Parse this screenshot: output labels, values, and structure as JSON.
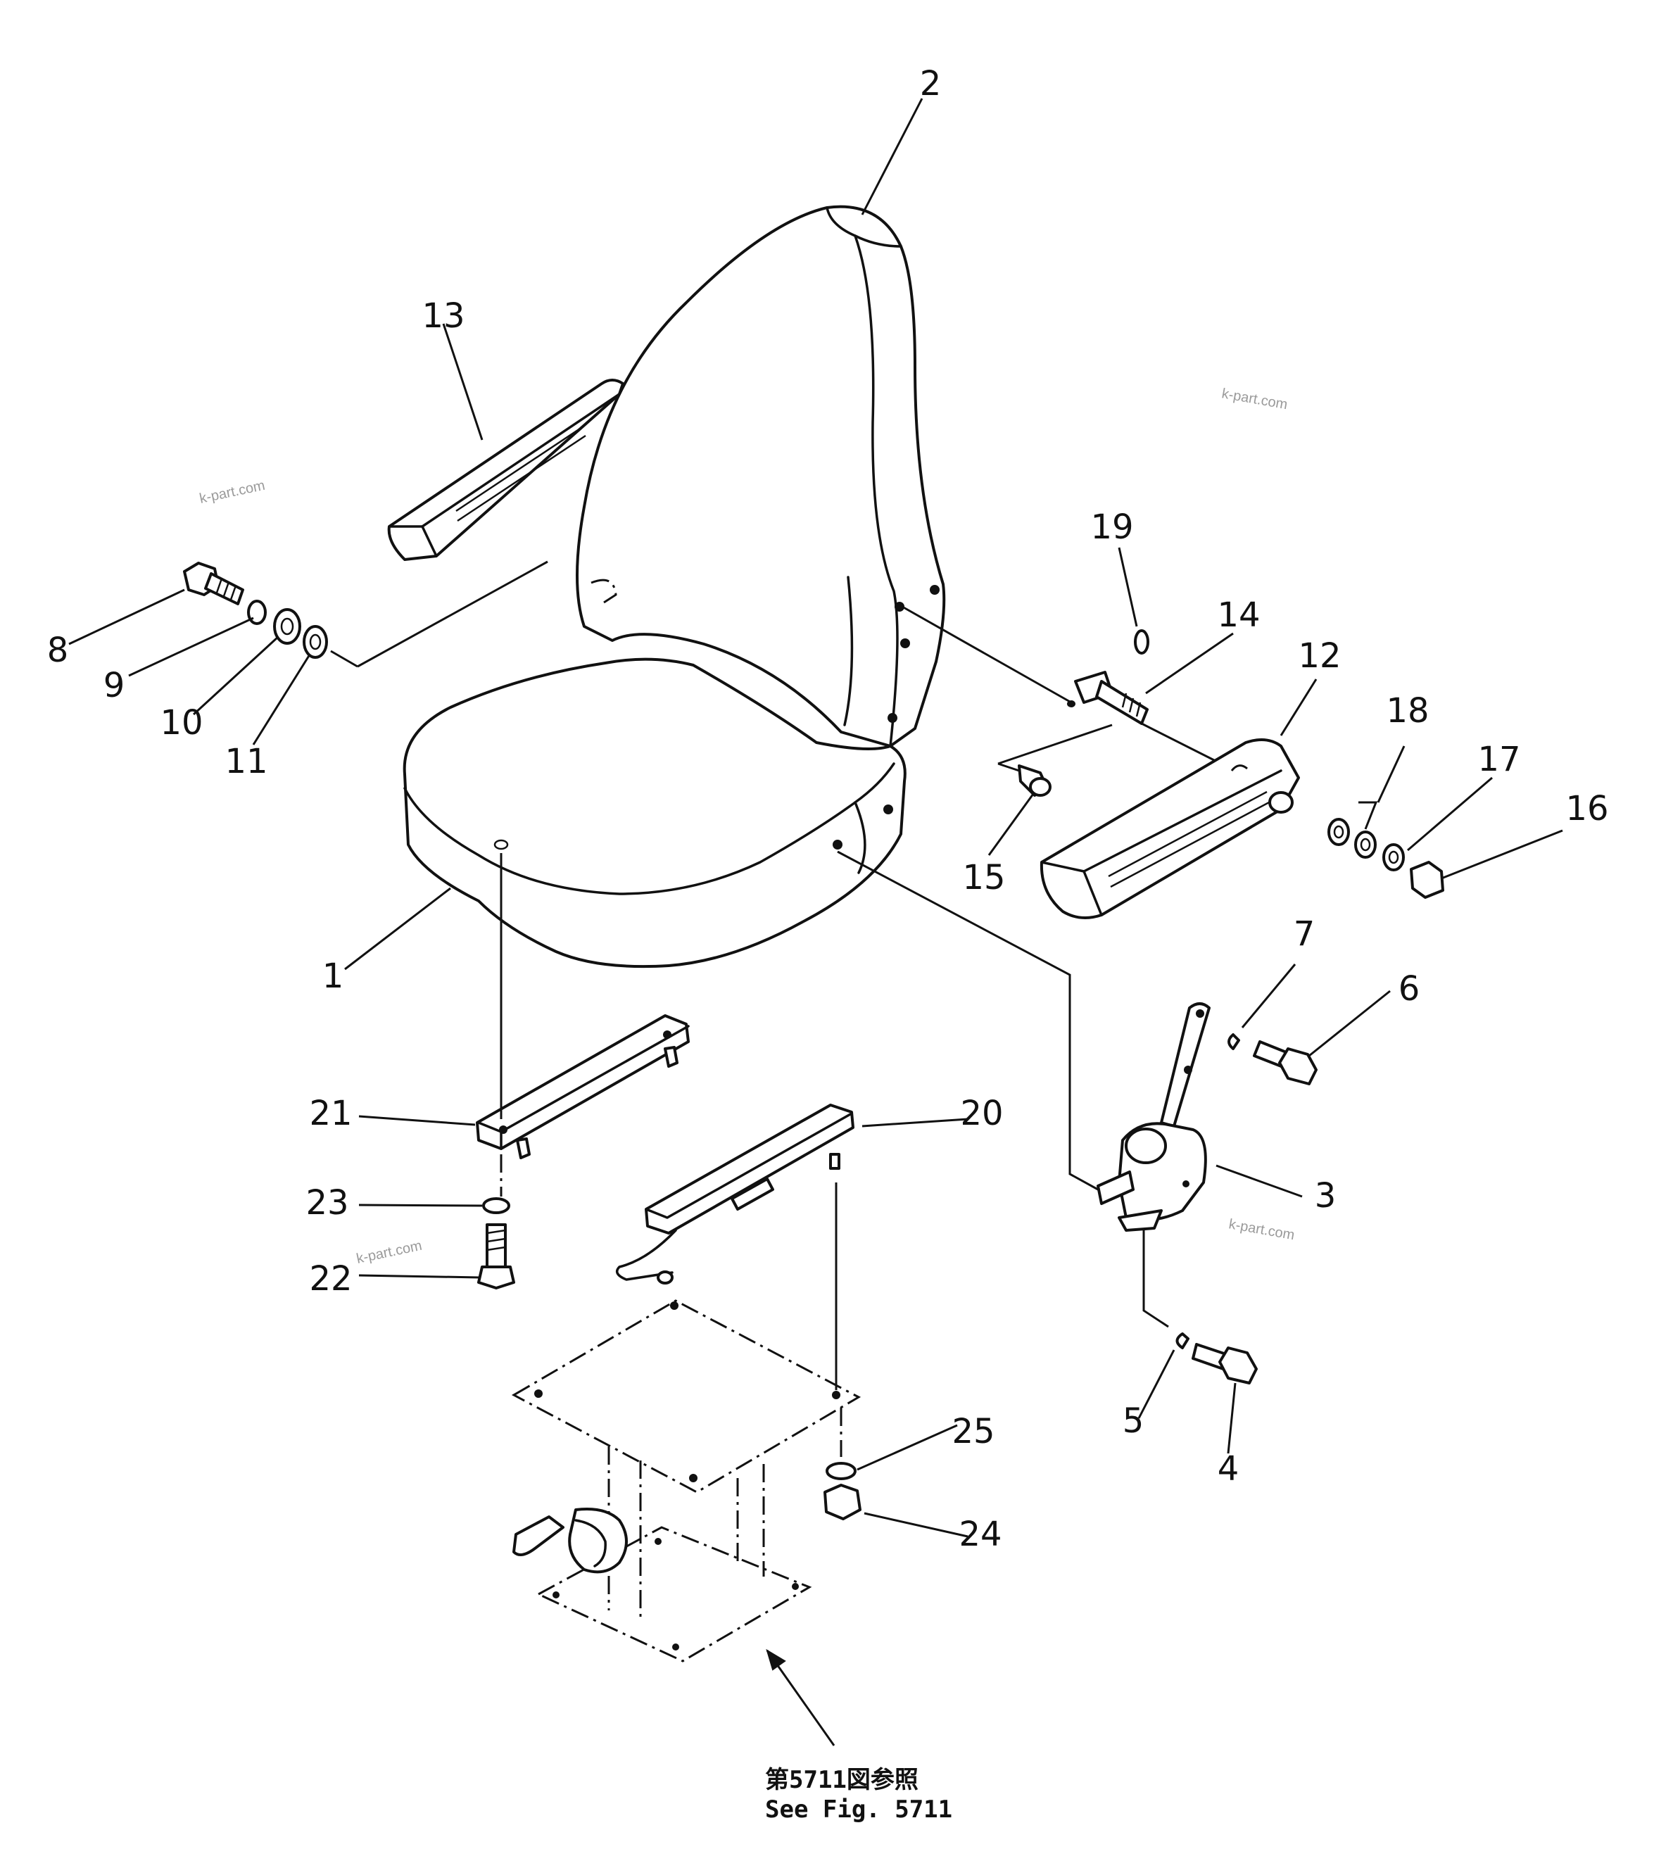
{
  "figure": {
    "reference_jp": "第5711図参照",
    "reference_en": "See Fig. 5711"
  },
  "watermarks": [
    "k-part.com",
    "k-part.com",
    "k-part.com",
    "k-part.com"
  ],
  "callouts": [
    "1",
    "2",
    "3",
    "4",
    "5",
    "6",
    "7",
    "8",
    "9",
    "10",
    "11",
    "12",
    "13",
    "14",
    "15",
    "16",
    "17",
    "18",
    "19",
    "20",
    "21",
    "22",
    "23",
    "24",
    "25"
  ],
  "parts": {
    "seat_cushion": "1",
    "seat_back": "2",
    "recline_lever": "3",
    "armrest_right": "12",
    "armrest_left": "13",
    "slide_rail": "20",
    "seat_bracket": "21"
  }
}
